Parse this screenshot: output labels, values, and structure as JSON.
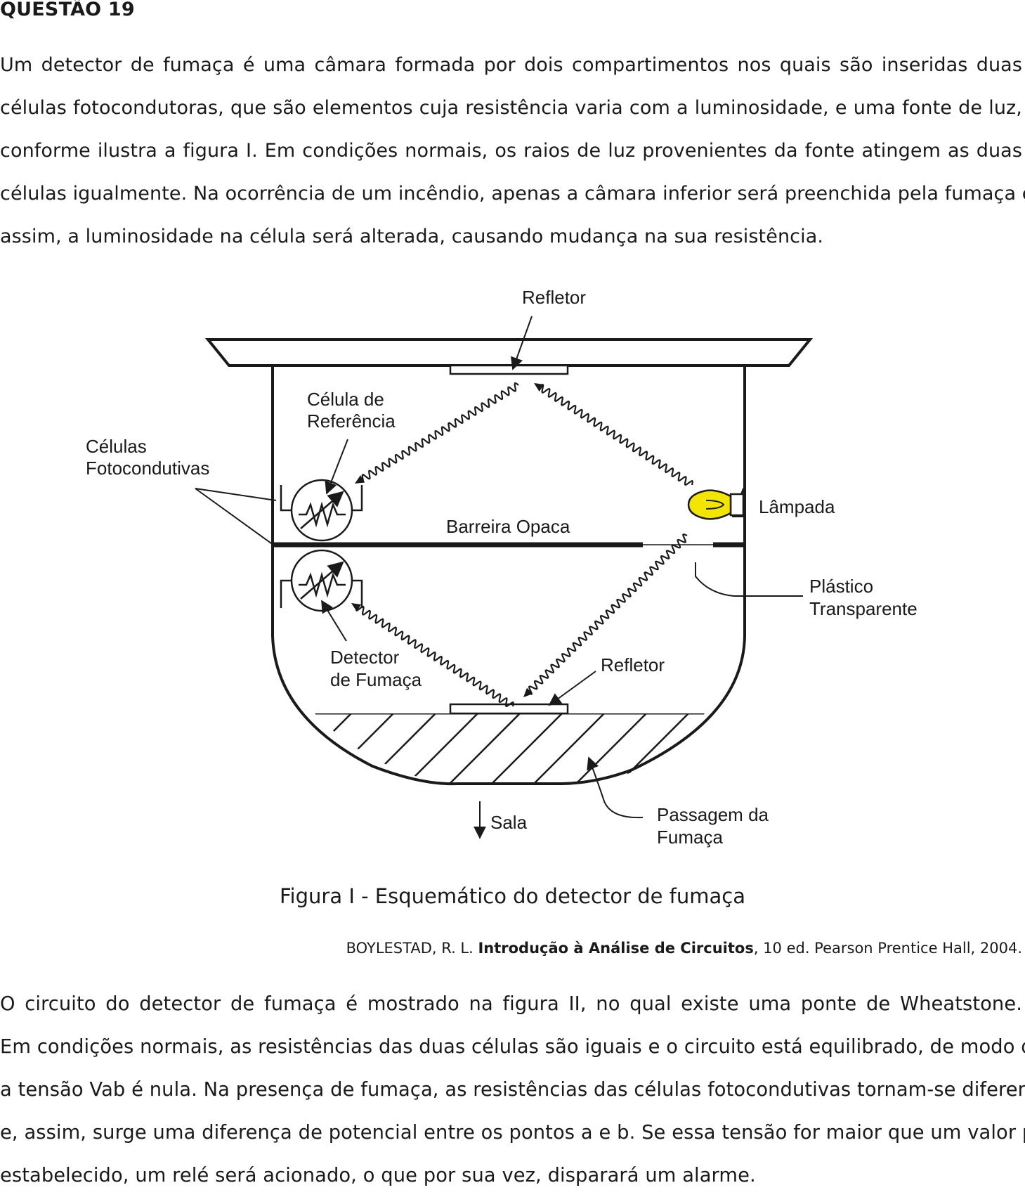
{
  "heading": "QUESTÃO 19",
  "paragraph1": [
    "Um detector de fumaça é uma câmara formada por dois compartimentos nos quais são inseridas duas",
    "células fotocondutoras, que são elementos cuja resistência varia com a luminosidade, e uma fonte de luz,",
    "conforme ilustra a figura I. Em condições normais, os raios de luz provenientes da fonte atingem as duas",
    "células igualmente. Na ocorrência de um incêndio, apenas a câmara inferior será preenchida pela fumaça e,",
    "assim, a  luminosidade na célula será alterada, causando mudança na sua resistência."
  ],
  "figure": {
    "labels": {
      "refletor_top": "Refletor",
      "celula_ref_1": "Célula de",
      "celula_ref_2": "Referência",
      "celulas_foto_1": "Células",
      "celulas_foto_2": "Fotocondutivas",
      "lampada": "Lâmpada",
      "barreira": "Barreira Opaca",
      "plastico_1": "Plástico",
      "plastico_2": "Transparente",
      "detector_1": "Detector",
      "detector_2": "de Fumaça",
      "refletor_bottom": "Refletor",
      "sala": "Sala",
      "passagem_1": "Passagem da",
      "passagem_2": "Fumaça"
    },
    "colors": {
      "lamp": "#f2e600",
      "ink": "#1a1a1a"
    },
    "caption": "Figura I - Esquemático do detector de fumaça",
    "source_prefix": "BOYLESTAD, R. L. ",
    "source_title": "Introdução à Análise de Circuitos",
    "source_suffix": ", 10 ed. Pearson Prentice Hall, 2004."
  },
  "paragraph2": [
    "O circuito do detector de fumaça é mostrado na figura II, no qual existe uma ponte de Wheatstone.",
    "Em condições normais, as resistências das duas células são iguais e o circuito está equilibrado, de modo que",
    "a tensão Vab é nula. Na presença de fumaça, as resistências das células fotocondutivas tornam-se diferentes",
    "e, assim, surge uma diferença de potencial entre os pontos a e b. Se essa tensão for maior que um valor pré-",
    "estabelecido, um relé será acionado, o que por sua vez, disparará um alarme."
  ]
}
